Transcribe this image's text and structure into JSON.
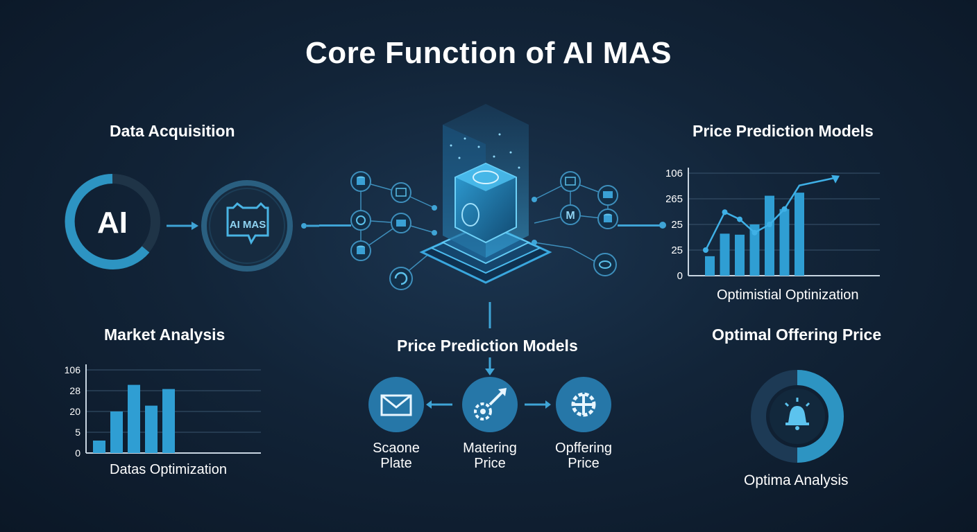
{
  "title": "Core Function of AI MAS",
  "sections": {
    "data_acquisition": {
      "heading": "Data Acquisition",
      "ai_ring_text": "AI",
      "aimas_ring_text": "AI MAS"
    },
    "price_prediction_top": {
      "heading": "Price Prediction Models",
      "caption": "Optimistial Optinization"
    },
    "market_analysis": {
      "heading": "Market Analysis",
      "caption": "Datas Optimization"
    },
    "center": {
      "heading": "Price Prediction Models",
      "left_icon_m": "M",
      "nodes": [
        {
          "label_line1": "Scaone",
          "label_line2": "Plate",
          "icon": "envelope-icon"
        },
        {
          "label_line1": "Matering",
          "label_line2": "Price",
          "icon": "gear-arrow-icon"
        },
        {
          "label_line1": "Opffering",
          "label_line2": "Price",
          "icon": "gear-icon"
        }
      ]
    },
    "optimal_offering": {
      "heading": "Optimal Offering Price",
      "caption": "Optima Analysis",
      "icon": "bell-icon",
      "donut_fraction": 0.5
    }
  },
  "chart_data": [
    {
      "type": "bar",
      "title": "Price Prediction Models",
      "xlabel": "Optimistial Optinization",
      "ylabel": "",
      "y_tick_labels": [
        "106",
        "265",
        "25",
        "25",
        "0"
      ],
      "values": [
        0.19,
        0.41,
        0.4,
        0.5,
        0.78,
        0.65,
        0.81
      ],
      "line_values": [
        0.25,
        0.62,
        0.55,
        0.42,
        0.5,
        0.65,
        0.88
      ],
      "note": "values are fractions of the plotted height",
      "grid": true
    },
    {
      "type": "bar",
      "title": "Market Analysis",
      "xlabel": "Datas Optimization",
      "ylabel": "",
      "y_tick_labels": [
        "106",
        "28",
        "20",
        "5",
        "0"
      ],
      "values": [
        0.15,
        0.5,
        0.82,
        0.57,
        0.77
      ],
      "note": "values are fractions of the plotted height",
      "grid": true
    }
  ]
}
